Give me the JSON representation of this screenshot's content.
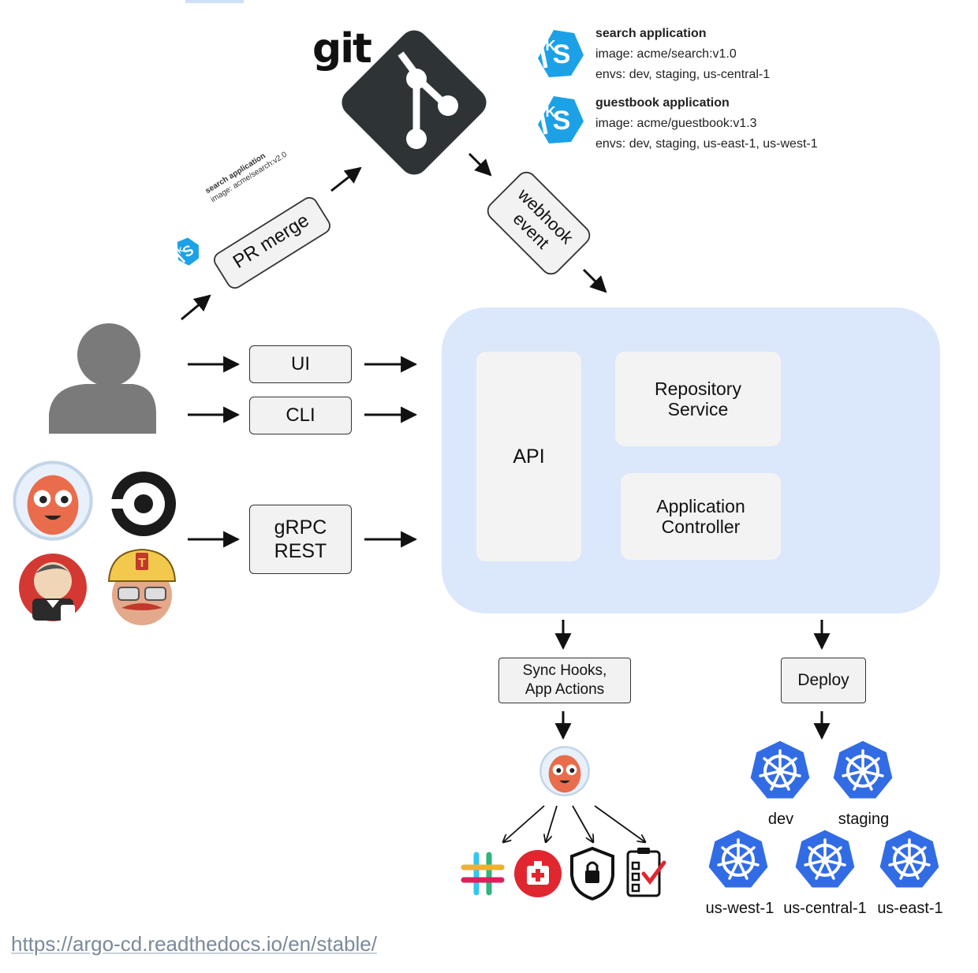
{
  "git_logo_text": "git",
  "apps": [
    {
      "title": "search application",
      "image": "image: acme/search:v1.0",
      "envs": "envs: dev, staging, us-central-1"
    },
    {
      "title": "guestbook application",
      "image": "image: acme/guestbook:v1.3",
      "envs": "envs: dev, staging, us-east-1, us-west-1"
    }
  ],
  "pr_merge": {
    "label": "PR merge",
    "caption_line1": "search application",
    "caption_line2": "image: acme/search:v2.0"
  },
  "webhook": {
    "line1": "webhook",
    "line2": "event"
  },
  "clients": {
    "ui": "UI",
    "cli": "CLI",
    "grpc": "gRPC",
    "rest": "REST"
  },
  "cluster": {
    "api": "API",
    "repo_service_line1": "Repository",
    "repo_service_line2": "Service",
    "app_controller_line1": "Application",
    "app_controller_line2": "Controller"
  },
  "sync_hooks": {
    "line1": "Sync Hooks,",
    "line2": "App Actions"
  },
  "deploy": "Deploy",
  "environments": [
    "dev",
    "staging",
    "us-west-1",
    "us-central-1",
    "us-east-1"
  ],
  "icons": {
    "git": "git-logo-icon",
    "kustomize": "kustomize-icon",
    "user": "user-silhouette-icon",
    "argo": "argo-mascot-icon",
    "circleci": "circleci-icon",
    "jenkins": "jenkins-icon",
    "travis": "travis-ci-icon",
    "kubernetes": "kubernetes-icon",
    "slack": "slack-icon",
    "health": "health-cross-icon",
    "security": "shield-lock-icon",
    "checklist": "checklist-icon"
  },
  "colors": {
    "cluster_bg": "#dbe7fb",
    "k8s_blue": "#326ce5",
    "git_dark": "#2e3436",
    "argo_orange": "#e96d4c",
    "kustomize_blue": "#1da1e6"
  },
  "source_url": "https://argo-cd.readthedocs.io/en/stable/"
}
